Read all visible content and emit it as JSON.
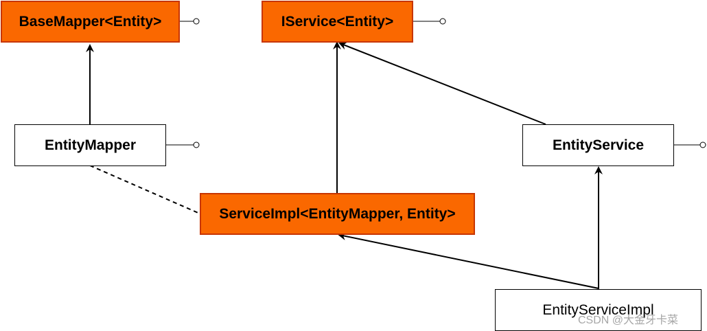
{
  "nodes": {
    "base_mapper": "BaseMapper<Entity>",
    "iservice": "IService<Entity>",
    "entity_mapper": "EntityMapper",
    "entity_service": "EntityService",
    "service_impl": "ServiceImpl<EntityMapper, Entity>",
    "entity_service_impl": "EntityServiceImpl"
  },
  "relations": [
    {
      "from": "entity_mapper",
      "to": "base_mapper",
      "style": "solid-arrow"
    },
    {
      "from": "service_impl",
      "to": "iservice",
      "style": "solid-arrow"
    },
    {
      "from": "entity_service",
      "to": "iservice",
      "style": "solid-arrow"
    },
    {
      "from": "entity_service_impl",
      "to": "entity_service",
      "style": "solid-arrow"
    },
    {
      "from": "entity_service_impl",
      "to": "service_impl",
      "style": "solid-arrow"
    },
    {
      "from": "entity_mapper",
      "to": "service_impl",
      "style": "dashed"
    }
  ],
  "colors": {
    "abstract_fill": "#fa6800",
    "abstract_border": "#c73500",
    "concrete_fill": "#ffffff",
    "line": "#000000"
  },
  "watermark": "CSDN @大金牙卡菜"
}
